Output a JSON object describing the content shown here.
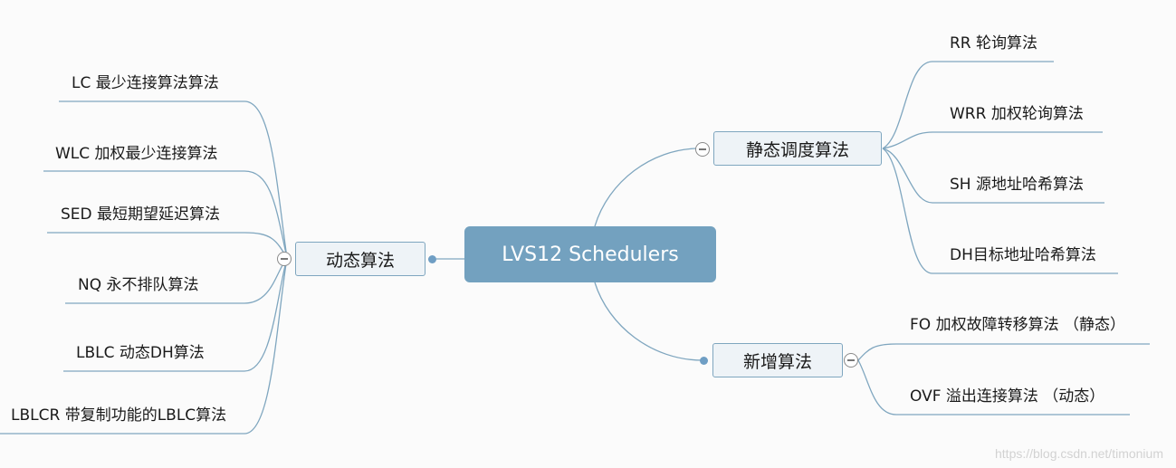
{
  "root": {
    "label": "LVS12 Schedulers"
  },
  "static": {
    "label": "静态调度算法",
    "items": [
      "RR 轮询算法",
      "WRR 加权轮询算法",
      "SH 源地址哈希算法",
      "DH目标地址哈希算法"
    ]
  },
  "dynamic": {
    "label": "动态算法",
    "items": [
      "LC 最少连接算法算法",
      "WLC 加权最少连接算法",
      "SED 最短期望延迟算法",
      "NQ 永不排队算法",
      "LBLC 动态DH算法",
      "LBLCR 带复制功能的LBLC算法"
    ]
  },
  "added": {
    "label": "新增算法",
    "items": [
      "FO 加权故障转移算法 （静态）",
      "OVF 溢出连接算法 （动态）"
    ]
  },
  "watermark": "https://blog.csdn.net/timonium",
  "colors": {
    "root": "#73a1bf",
    "line": "#7fa6bf",
    "branch_bg": "#eef3f7"
  }
}
